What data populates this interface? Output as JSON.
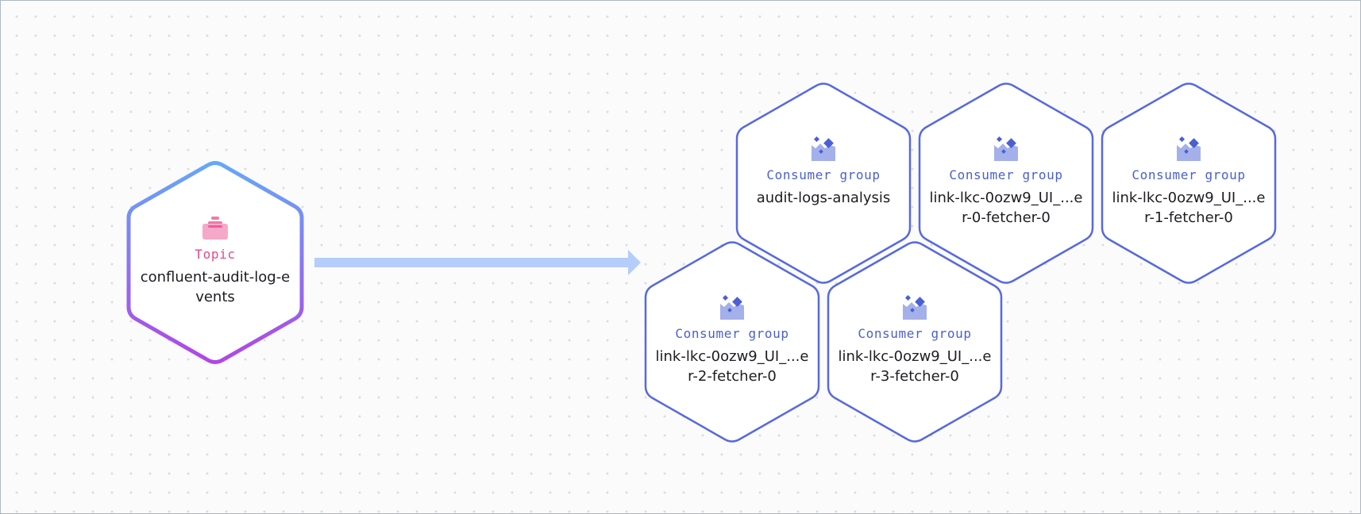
{
  "topic": {
    "kind": "Topic",
    "name": "confluent-audit-log-events",
    "icon": "topic-icon",
    "gradient": [
      "#64a8f8",
      "#b146e6"
    ]
  },
  "connector": {
    "icon": "arrow-right-icon",
    "color": "#b4cdfb"
  },
  "consumer_groups": [
    {
      "kind": "Consumer group",
      "name": "audit-logs-analysis",
      "icon": "consumer-group-icon"
    },
    {
      "kind": "Consumer group",
      "name": "link-lkc-0ozw9_UI_...er-0-fetcher-0",
      "icon": "consumer-group-icon"
    },
    {
      "kind": "Consumer group",
      "name": "link-lkc-0ozw9_UI_...er-1-fetcher-0",
      "icon": "consumer-group-icon"
    },
    {
      "kind": "Consumer group",
      "name": "link-lkc-0ozw9_UI_...er-2-fetcher-0",
      "icon": "consumer-group-icon"
    },
    {
      "kind": "Consumer group",
      "name": "link-lkc-0ozw9_UI_...er-3-fetcher-0",
      "icon": "consumer-group-icon"
    }
  ],
  "colors": {
    "consumer_group_border": "#5669e0",
    "consumer_group_icon": "#4a5fd4",
    "topic_icon": "#f07aa8"
  }
}
